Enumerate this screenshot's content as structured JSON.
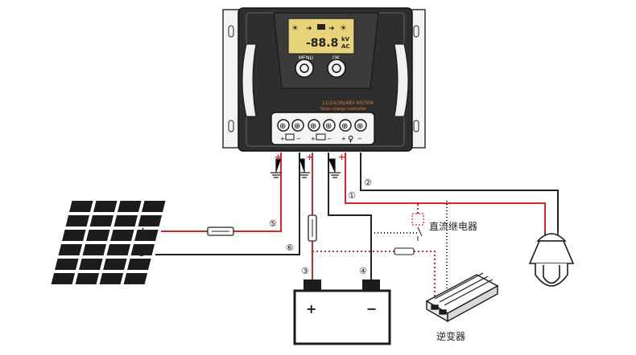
{
  "controller": {
    "spec_line": "12/24/36/48V  60/30A",
    "subtitle": "Solar charge controller",
    "menu_label": "MENU",
    "ok_label": "OK",
    "lcd_digits": "-88.8",
    "lcd_units_top": "kV",
    "lcd_units_bottom": "AC"
  },
  "labels": {
    "relay": "直流继电器",
    "inverter": "逆变器",
    "wire_1": "①",
    "wire_2": "②",
    "wire_3": "③",
    "wire_4": "④",
    "wire_5": "⑤",
    "wire_6": "⑥",
    "panel_plus": "+",
    "panel_minus": "-",
    "battery_plus": "+",
    "battery_minus": "−",
    "term_plus_1": "+",
    "term_plus_2": "+",
    "term_plus_3": "+"
  },
  "colors": {
    "positive_wire": "#d9262c",
    "negative_wire": "#222222",
    "dotted_wire": "#d9262c",
    "controller_body": "#2e2e2e",
    "lcd": "#e8d27a"
  }
}
